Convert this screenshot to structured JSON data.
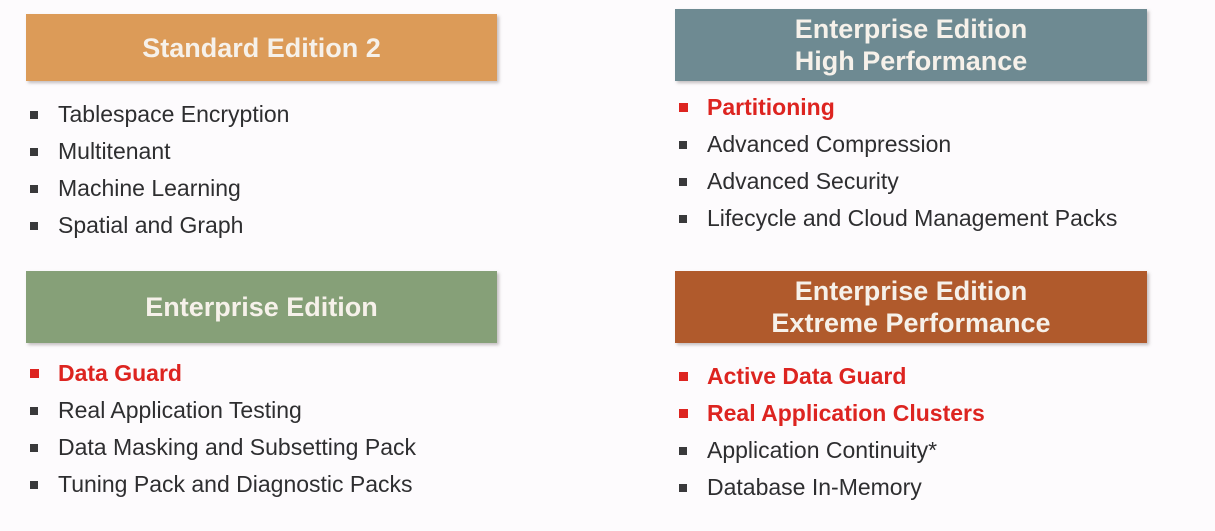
{
  "slide": {
    "background_color": "#fdfbfd",
    "body_text_color": "#2e2e30",
    "highlight_text_color": "#dd2420",
    "header_text_color": "#f6f1ea"
  },
  "panels": [
    {
      "id": "standard-edition-2",
      "title_lines": [
        "Standard Edition 2"
      ],
      "header_color": "#dc9b58",
      "items": [
        {
          "label": "Tablespace Encryption",
          "highlight": false
        },
        {
          "label": "Multitenant",
          "highlight": false
        },
        {
          "label": "Machine Learning",
          "highlight": false
        },
        {
          "label": "Spatial and Graph",
          "highlight": false
        }
      ]
    },
    {
      "id": "enterprise-edition-high-performance",
      "title_lines": [
        "Enterprise Edition",
        "High Performance"
      ],
      "header_color": "#6e8a92",
      "items": [
        {
          "label": "Partitioning",
          "highlight": true
        },
        {
          "label": "Advanced Compression",
          "highlight": false
        },
        {
          "label": "Advanced Security",
          "highlight": false
        },
        {
          "label": "Lifecycle and Cloud Management Packs",
          "highlight": false
        }
      ]
    },
    {
      "id": "enterprise-edition",
      "title_lines": [
        "Enterprise Edition"
      ],
      "header_color": "#86a078",
      "items": [
        {
          "label": "Data Guard",
          "highlight": true
        },
        {
          "label": "Real Application Testing",
          "highlight": false
        },
        {
          "label": "Data Masking and Subsetting Pack",
          "highlight": false
        },
        {
          "label": "Tuning Pack and Diagnostic Packs",
          "highlight": false
        }
      ]
    },
    {
      "id": "enterprise-edition-extreme-performance",
      "title_lines": [
        "Enterprise Edition",
        "Extreme Performance"
      ],
      "header_color": "#b05a2c",
      "items": [
        {
          "label": "Active Data Guard",
          "highlight": true
        },
        {
          "label": "Real Application Clusters",
          "highlight": true
        },
        {
          "label": "Application Continuity*",
          "highlight": false
        },
        {
          "label": "Database In-Memory",
          "highlight": false
        }
      ]
    }
  ]
}
